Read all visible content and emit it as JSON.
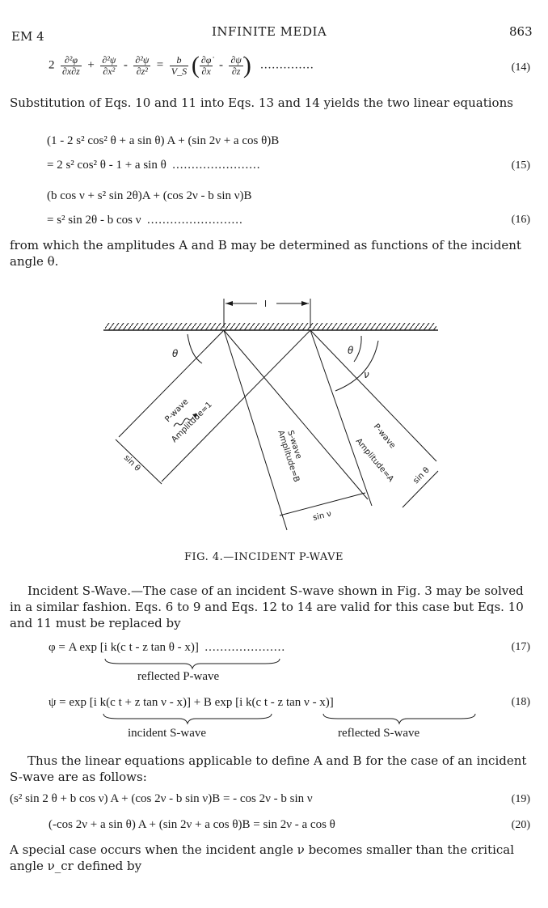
{
  "header": {
    "left": "EM 4",
    "title": "INFINITE MEDIA",
    "page": "863"
  },
  "eq14": {
    "lead": "2",
    "f1_num": "∂²φ",
    "f1_den": "∂x∂z",
    "op1": "+",
    "f2_num": "∂²ψ",
    "f2_den": "∂x²",
    "op2": "-",
    "f3_num": "∂²ψ",
    "f3_den": "∂z²",
    "eq": "=",
    "f4_num": "b",
    "f4_den": "V_S",
    "f5_num": "∂φ̇",
    "f5_den": "∂x",
    "op3": "-",
    "f6_num": "∂ψ̇",
    "f6_den": "∂z",
    "dots": "..............",
    "number": "(14)"
  },
  "para1": "Substitution of Eqs. 10 and 11 into Eqs. 13 and 14 yields the two linear equations",
  "eq15a": "(1 - 2 s² cos² θ + a sin θ) A + (sin 2ν + a cos θ)B",
  "eq15b": "= 2 s² cos² θ - 1 + a sin θ",
  "eq15b_dots": ".......................",
  "eq15_number": "(15)",
  "eq16a": "(b cos ν + s² sin 2θ)A + (cos 2ν - b sin ν)B",
  "eq16b": "= s² sin 2θ - b cos ν",
  "eq16b_dots": ".........................",
  "eq16_number": "(16)",
  "para2": "from which the amplitudes A and B may be determined as functions of the incident angle θ.",
  "figure": {
    "top_label": "l",
    "theta_left": "θ",
    "theta_right": "θ",
    "nu": "ν",
    "pwave_in": "P-wave",
    "amp_in": "Amplitude=1",
    "sin_theta_left": "sin θ",
    "swave": "S-wave",
    "amp_b": "Amplitude=B",
    "sin_nu": "sin ν",
    "pwave_out": "P-wave",
    "amp_a": "Amplitude=A",
    "sin_theta_right": "sin θ",
    "caption": "FIG. 4.—INCIDENT P-WAVE"
  },
  "para3_head": "Incident S-Wave.—",
  "para3": "The case of an incident S-wave shown in Fig. 3 may be solved in a similar fashion. Eqs. 6 to 9 and Eqs. 12 to 14 are valid for this case but Eqs. 10 and 11 must be replaced by",
  "eq17": "φ = A exp [i k(c t - z tan θ - x)]",
  "eq17_dots": ".....................",
  "eq17_number": "(17)",
  "eq17_label": "reflected P-wave",
  "eq18": "ψ = exp [i k(c t + z tan ν - x)] + B exp [i k(c t - z tan ν - x)]",
  "eq18_number": "(18)",
  "eq18_label1": "incident S-wave",
  "eq18_label2": "reflected S-wave",
  "para4": "Thus the linear equations applicable to define A and B for the case of an incident S-wave are as follows:",
  "eq19": "(s² sin 2 θ + b cos ν) A + (cos 2ν - b sin ν)B = - cos 2ν - b sin ν",
  "eq19_number": "(19)",
  "eq20": "(-cos 2ν + a sin θ) A + (sin 2ν + a cos θ)B = sin 2ν - a cos θ",
  "eq20_number": "(20)",
  "para5": "A special case occurs when the incident angle ν becomes smaller than the critical angle ν_cr defined by"
}
